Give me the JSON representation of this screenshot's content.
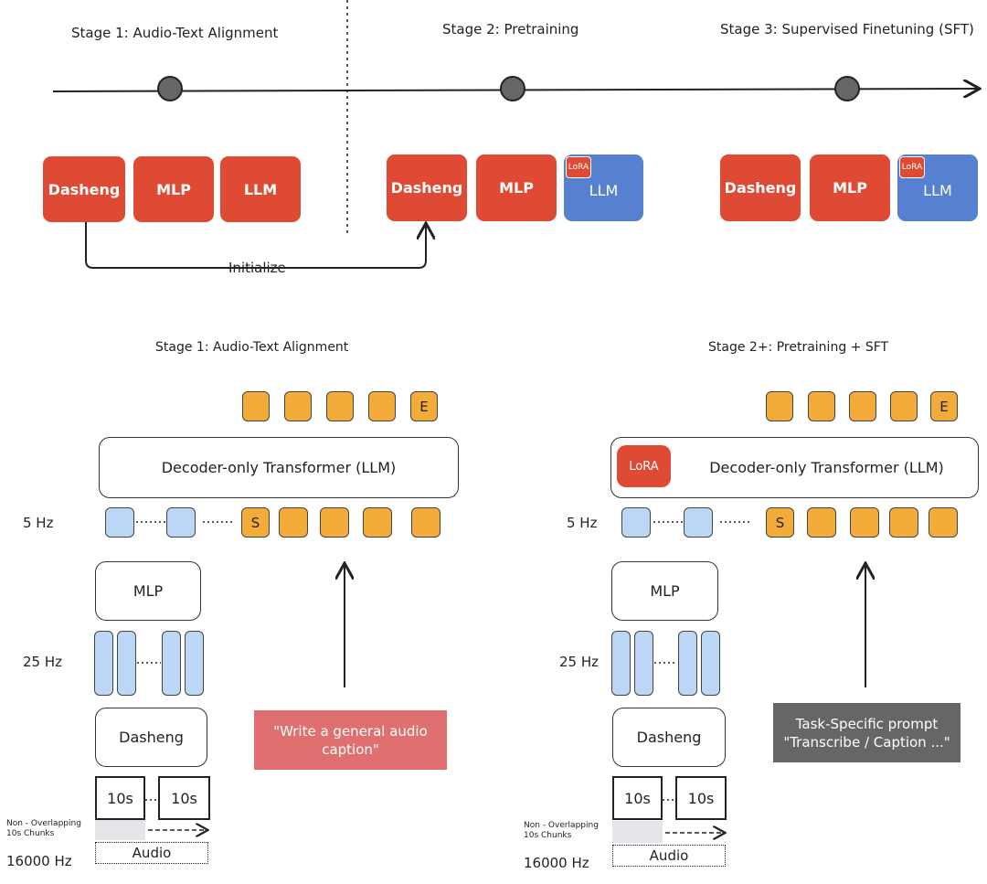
{
  "timeline": {
    "stage1_label": "Stage 1: Audio-Text Alignment",
    "stage2_label": "Stage 2: Pretraining",
    "stage3_label": "Stage 3: Supervised Finetuning (SFT)"
  },
  "modules": {
    "dasheng": "Dasheng",
    "mlp": "MLP",
    "llm": "LLM",
    "lora": "LoRA",
    "initialize": "Initialize"
  },
  "left_panel": {
    "title": "Stage 1: Audio-Text Alignment",
    "decoder": "Decoder-only Transformer (LLM)",
    "start_token": "S",
    "end_token": "E",
    "rate_5hz": "5 Hz",
    "rate_25hz": "25 Hz",
    "rate_16k": "16000 Hz",
    "mlp": "MLP",
    "encoder": "Dasheng",
    "chunk1": "10s",
    "chunk2": "10s",
    "chunk_note_1": "Non - Overlapping",
    "chunk_note_2": "10s Chunks",
    "audio": "Audio",
    "prompt_line1": "\"Write a general audio",
    "prompt_line2": "caption\""
  },
  "right_panel": {
    "title": "Stage 2+: Pretraining + SFT",
    "lora": "LoRA",
    "decoder": "Decoder-only Transformer (LLM)",
    "start_token": "S",
    "end_token": "E",
    "rate_5hz": "5 Hz",
    "rate_25hz": "25 Hz",
    "rate_16k": "16000 Hz",
    "mlp": "MLP",
    "encoder": "Dasheng",
    "chunk1": "10s",
    "chunk2": "10s",
    "chunk_note_1": "Non - Overlapping",
    "chunk_note_2": "10s Chunks",
    "audio": "Audio",
    "prompt_line1": "Task-Specific prompt",
    "prompt_line2": "\"Transcribe / Caption ...\""
  },
  "colors": {
    "module_red": "#df4a34",
    "lora_blue": "#5680d0",
    "token_orange": "#f3ab3a",
    "audio_token_blue": "#bcd7f5",
    "prompt_red": "#e07070",
    "prompt_gray": "#666666"
  }
}
